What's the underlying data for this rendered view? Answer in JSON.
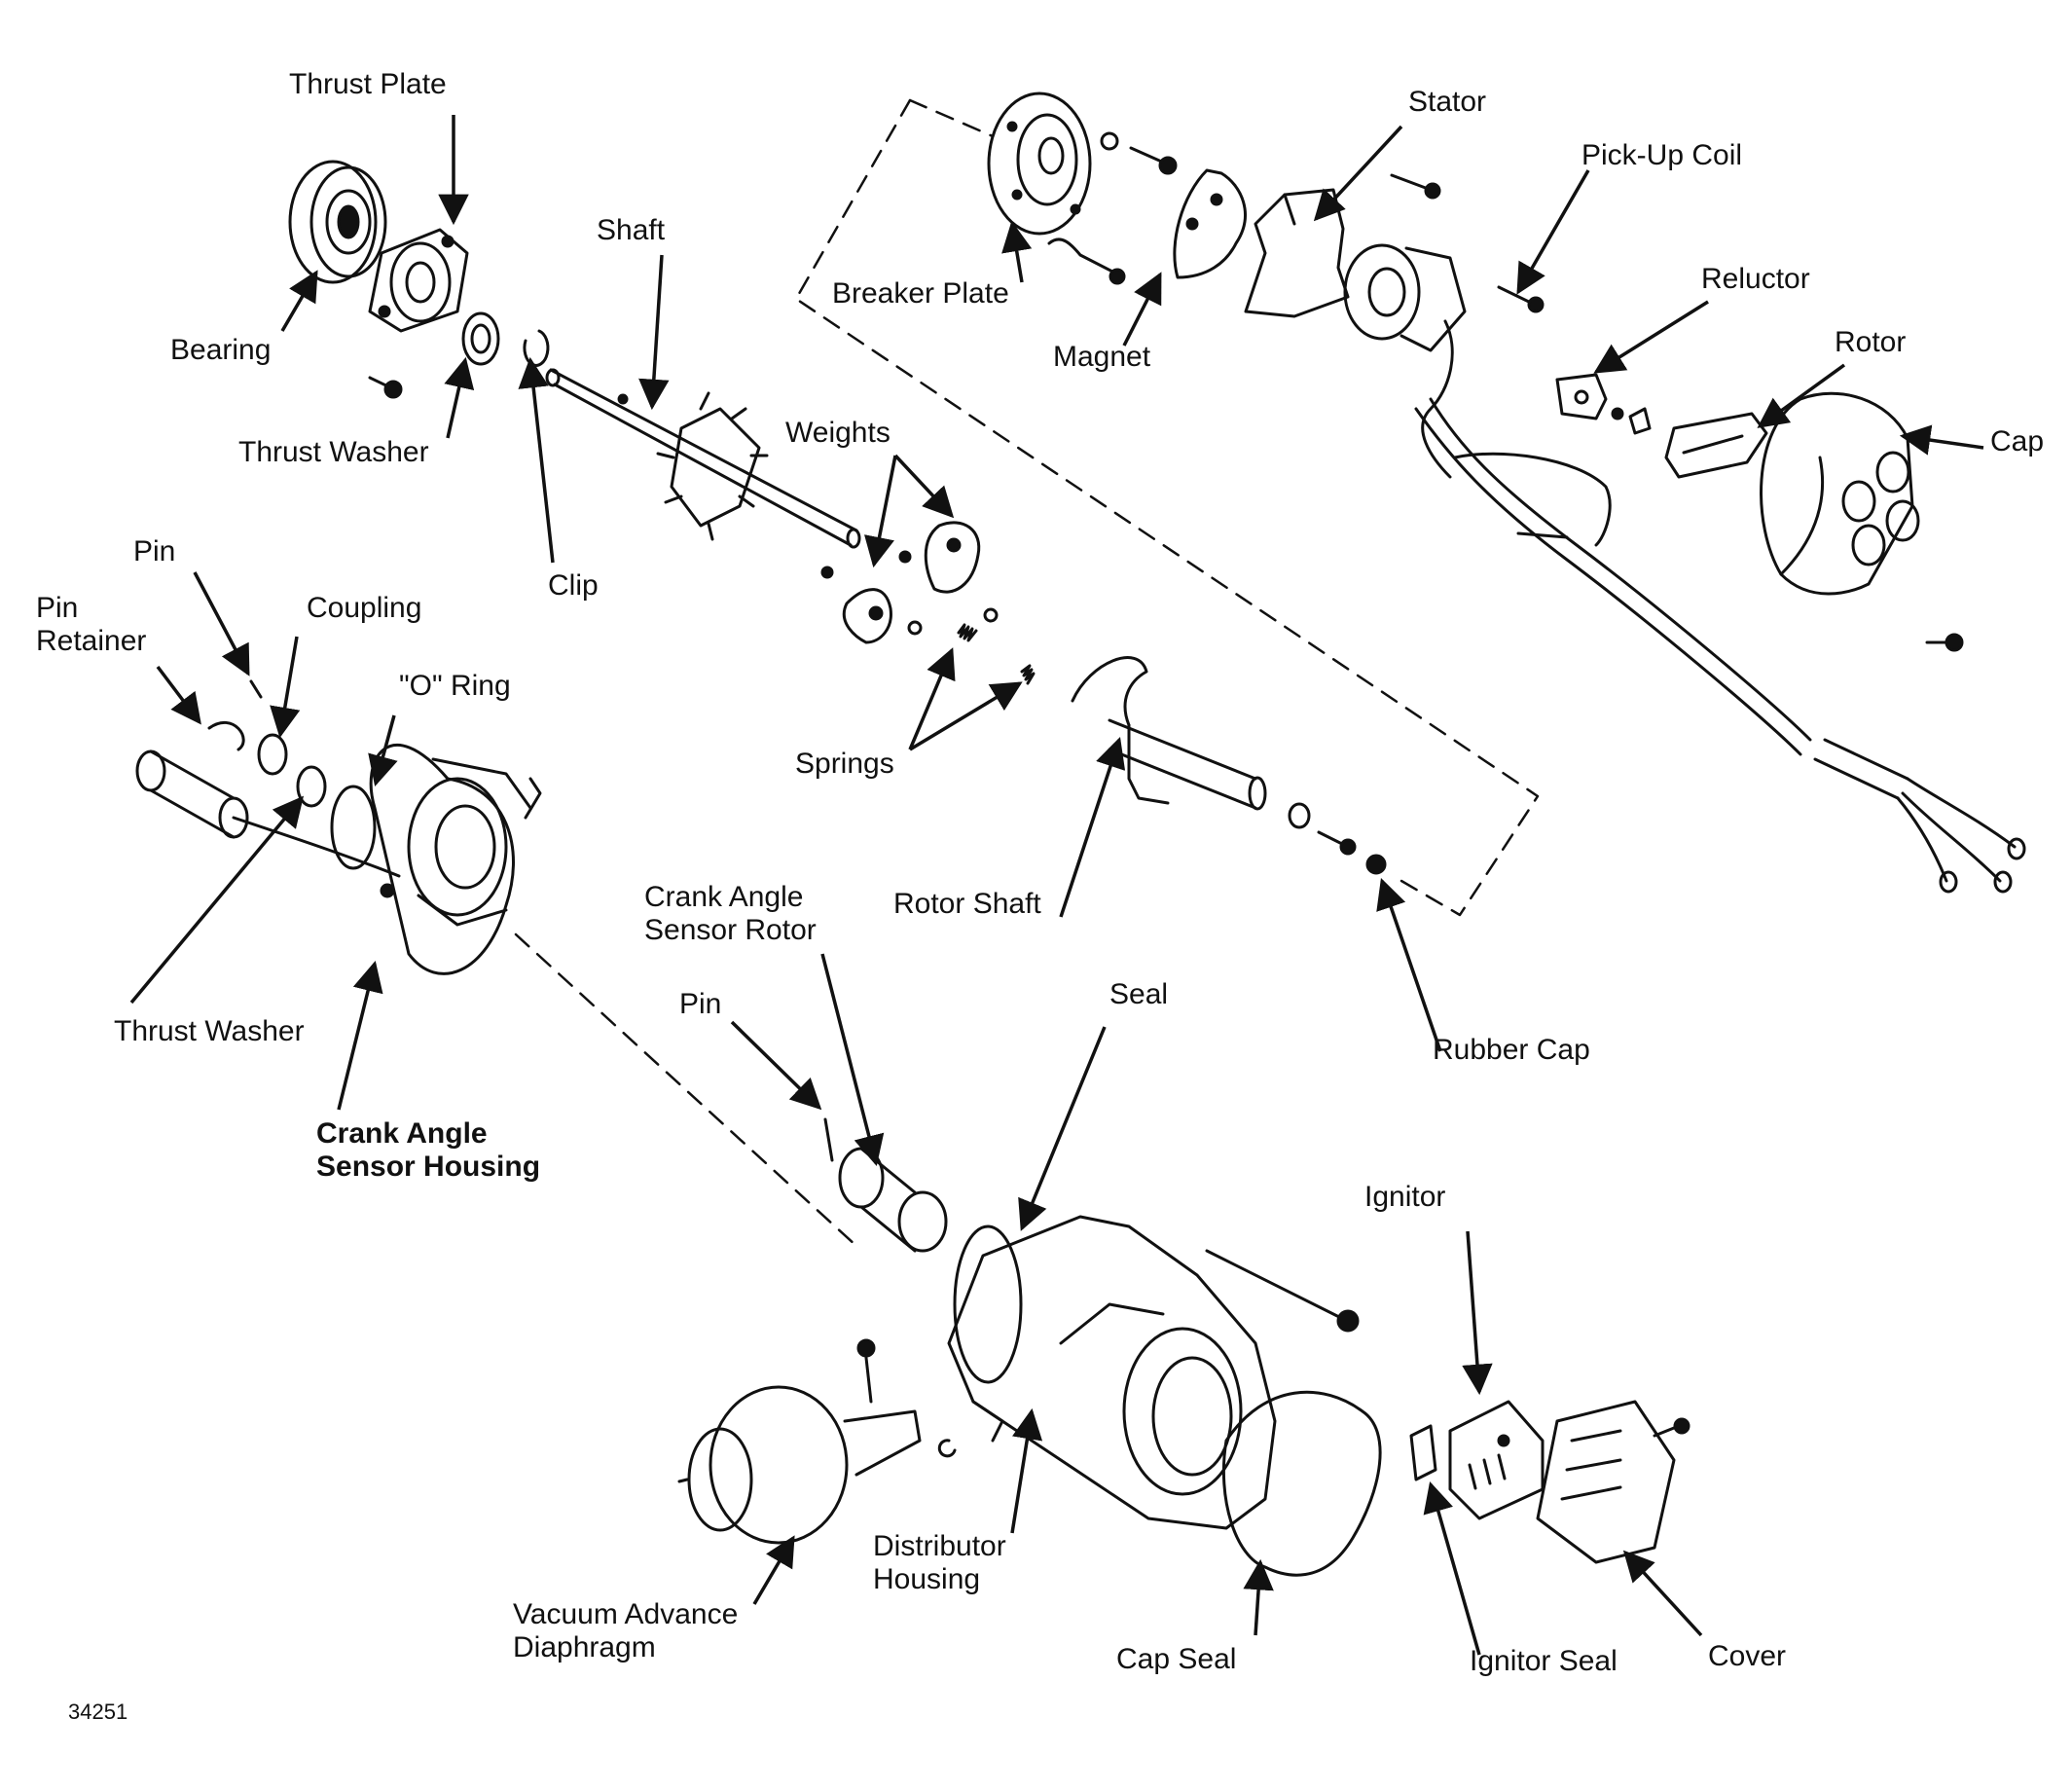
{
  "labels": {
    "thrust_plate": "Thrust Plate",
    "bearing": "Bearing",
    "thrust_washer_top": "Thrust Washer",
    "shaft": "Shaft",
    "clip": "Clip",
    "weights": "Weights",
    "springs": "Springs",
    "pin_top": "Pin",
    "pin_retainer_1": "Pin",
    "pin_retainer_2": "Retainer",
    "coupling": "Coupling",
    "o_ring": "\"O\" Ring",
    "thrust_washer_bottom": "Thrust Washer",
    "crank_housing_1": "Crank Angle",
    "crank_housing_2": "Sensor Housing",
    "crank_rotor_1": "Crank Angle",
    "crank_rotor_2": "Sensor Rotor",
    "pin_mid": "Pin",
    "seal": "Seal",
    "rotor_shaft": "Rotor Shaft",
    "rubber_cap": "Rubber Cap",
    "breaker_plate": "Breaker Plate",
    "magnet": "Magnet",
    "stator": "Stator",
    "pick_up_coil": "Pick-Up Coil",
    "reluctor": "Reluctor",
    "rotor": "Rotor",
    "cap": "Cap",
    "ignitor": "Ignitor",
    "ignitor_seal": "Ignitor Seal",
    "cover": "Cover",
    "cap_seal": "Cap Seal",
    "distributor_housing_1": "Distributor",
    "distributor_housing_2": "Housing",
    "vacuum_advance_1": "Vacuum Advance",
    "vacuum_advance_2": "Diaphragm",
    "figure_number": "34251"
  }
}
